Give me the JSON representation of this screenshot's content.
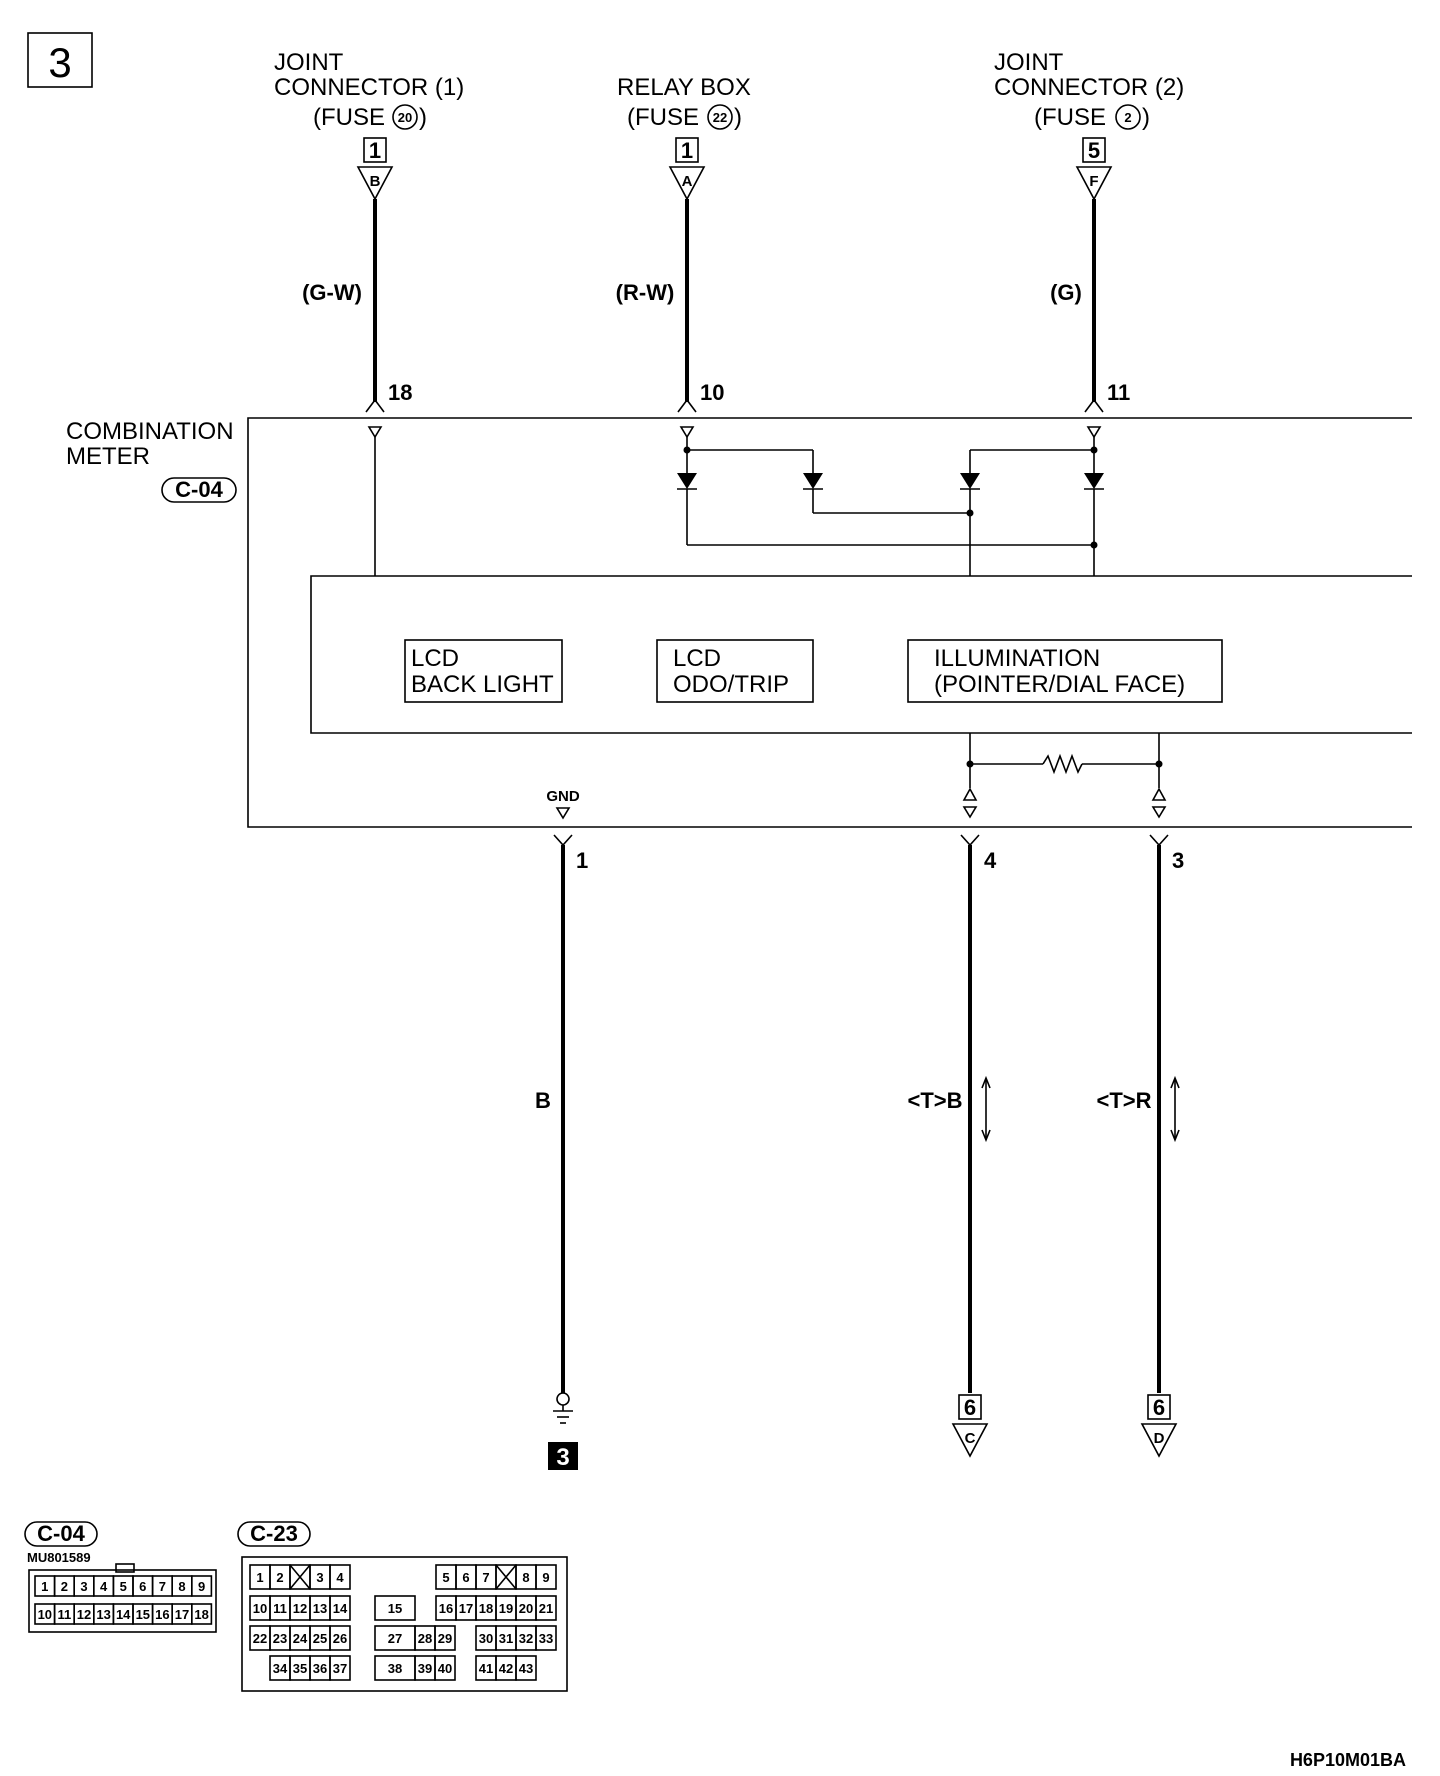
{
  "page": {
    "number": "3",
    "code": "H6P10M01BA"
  },
  "sources": [
    {
      "name_line1": "JOINT",
      "name_line2": "CONNECTOR (1)",
      "fuse_label": "(FUSE",
      "fuse_num": "20",
      "fuse_close": ")",
      "connector": "1",
      "terminal": "B",
      "wire": "(G-W)",
      "pin": "18"
    },
    {
      "name_line1": "",
      "name_line2": "RELAY BOX",
      "fuse_label": "(FUSE",
      "fuse_num": "22",
      "fuse_close": ")",
      "connector": "1",
      "terminal": "A",
      "wire": "(R-W)",
      "pin": "10"
    },
    {
      "name_line1": "JOINT",
      "name_line2": "CONNECTOR (2)",
      "fuse_label": "(FUSE",
      "fuse_num": "2",
      "fuse_close": ")",
      "connector": "5",
      "terminal": "F",
      "wire": "(G)",
      "pin": "11"
    }
  ],
  "component": {
    "name_line1": "COMBINATION",
    "name_line2": "METER",
    "connector_id": "C-04",
    "blocks": [
      {
        "line1": "LCD",
        "line2": "BACK LIGHT"
      },
      {
        "line1": "LCD",
        "line2": "ODO/TRIP"
      },
      {
        "line1": "ILLUMINATION",
        "line2": "(POINTER/DIAL FACE)"
      }
    ],
    "gnd_label": "GND"
  },
  "outputs": [
    {
      "pin": "1",
      "wire": "B",
      "dest": "ground",
      "ground_ref": "3"
    },
    {
      "pin": "4",
      "wire": "<T>B",
      "dest_connector": "6",
      "dest_terminal": "C"
    },
    {
      "pin": "3",
      "wire": "<T>R",
      "dest_connector": "6",
      "dest_terminal": "D"
    }
  ],
  "connector_views": [
    {
      "id": "C-04",
      "part_no": "MU801589",
      "row1": [
        "1",
        "2",
        "3",
        "4",
        "5",
        "6",
        "7",
        "8",
        "9"
      ],
      "row2": [
        "10",
        "11",
        "12",
        "13",
        "14",
        "15",
        "16",
        "17",
        "18"
      ]
    },
    {
      "id": "C-23",
      "row1_left": [
        "1",
        "2",
        "",
        "3",
        "4"
      ],
      "row1_right": [
        "5",
        "6",
        "7",
        "",
        "8",
        "9"
      ],
      "row2_left": [
        "10",
        "11",
        "12",
        "13",
        "14"
      ],
      "row2_mid": "15",
      "row2_right": [
        "16",
        "17",
        "18",
        "19",
        "20",
        "21"
      ],
      "row3_left": [
        "22",
        "23",
        "24",
        "25",
        "26"
      ],
      "row3_mid": [
        "27",
        "28",
        "29"
      ],
      "row3_right": [
        "30",
        "31",
        "32",
        "33"
      ],
      "row4_left": [
        "34",
        "35",
        "36",
        "37"
      ],
      "row4_mid": [
        "38",
        "39",
        "40"
      ],
      "row4_right": [
        "41",
        "42",
        "43"
      ]
    }
  ]
}
